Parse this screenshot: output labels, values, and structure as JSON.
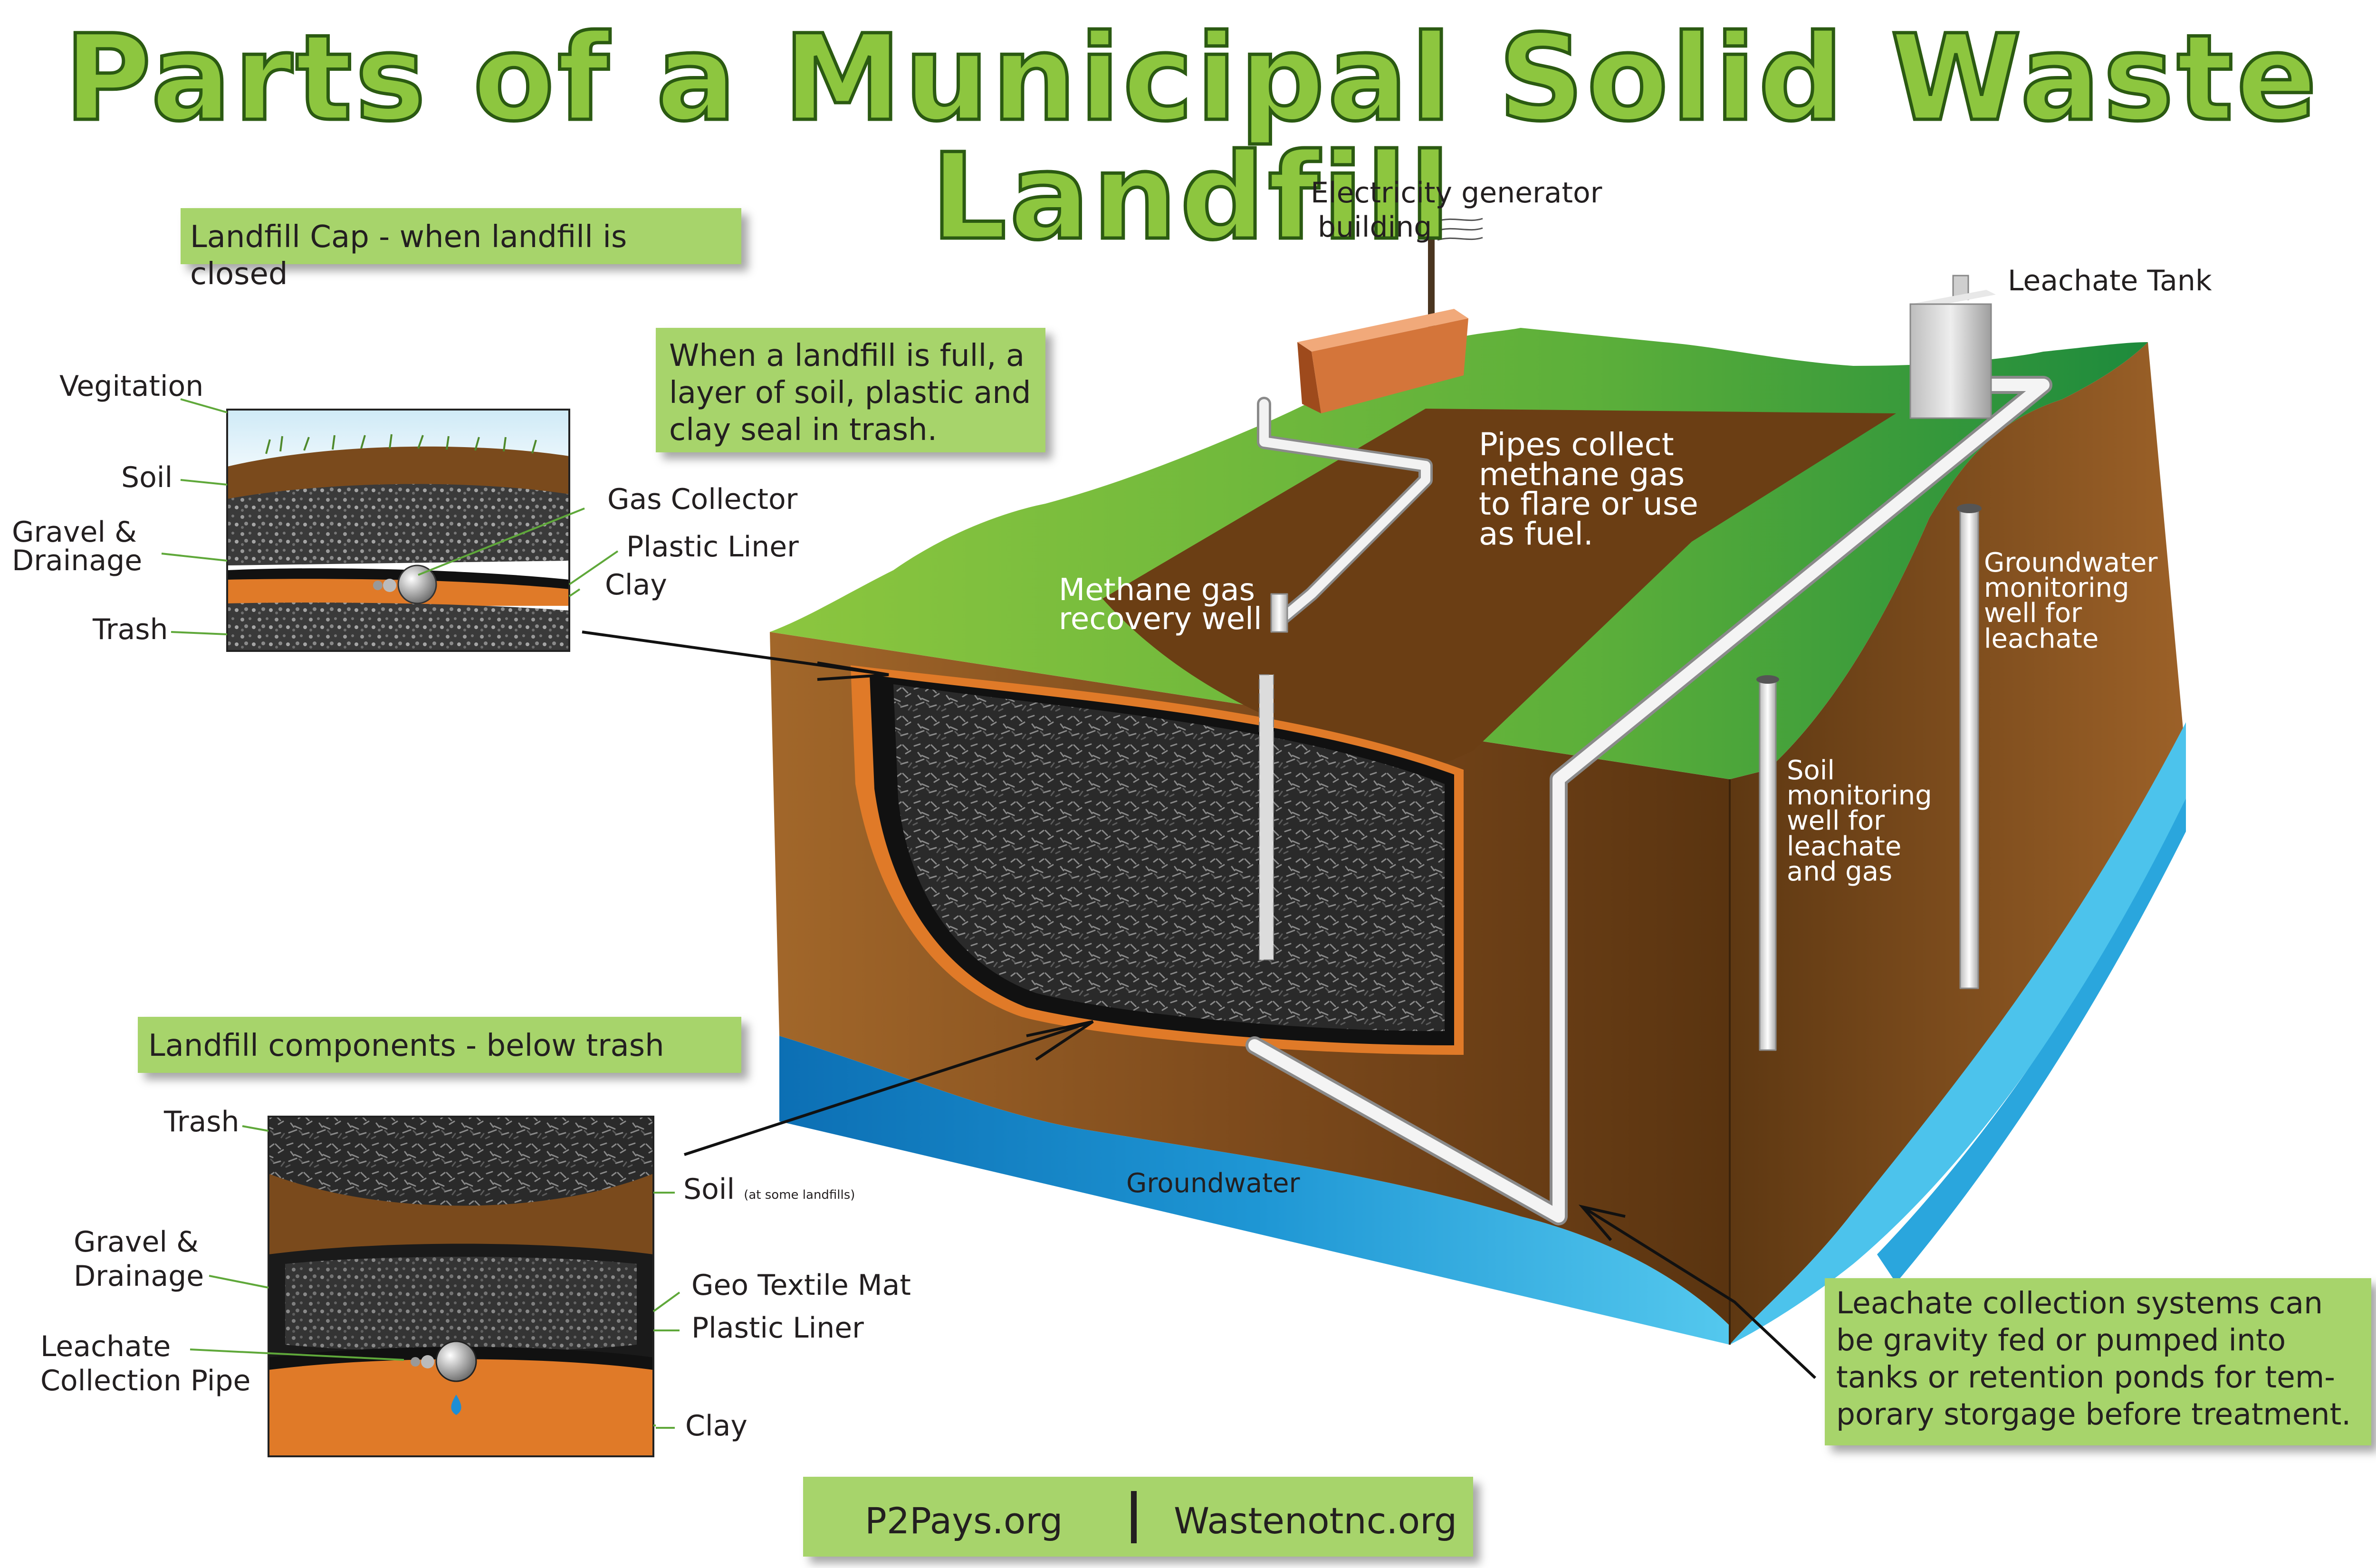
{
  "title": "Parts of a Municipal Solid Waste Landfill",
  "cap_section": {
    "heading": "Landfill Cap - when landfill is closed",
    "description": [
      "When a landfill is full, a",
      "layer of soil, plastic and",
      "clay seal in trash."
    ],
    "labels": {
      "vegetation": "Vegitation",
      "soil": "Soil",
      "gravel": [
        "Gravel &",
        "Drainage"
      ],
      "trash": "Trash",
      "gas_collector": "Gas Collector",
      "plastic_liner": "Plastic Liner",
      "clay": "Clay"
    }
  },
  "components_section": {
    "heading": "Landfill components - below trash",
    "labels": {
      "trash": "Trash",
      "soil": "Soil",
      "soil_note": "(at some landfills)",
      "gravel": [
        "Gravel &",
        "Drainage"
      ],
      "leachate_pipe": [
        "Leachate",
        "Collection Pipe"
      ],
      "geo_textile": "Geo Textile Mat",
      "plastic_liner": "Plastic Liner",
      "clay": "Clay"
    }
  },
  "main_diagram": {
    "generator": [
      "Electricity generator",
      "building"
    ],
    "leachate_tank": "Leachate Tank",
    "pipes_note": [
      "Pipes collect",
      "methane gas",
      "to flare or use",
      "as fuel."
    ],
    "methane_well": [
      "Methane gas",
      "recovery well"
    ],
    "groundwater_well": [
      "Groundwater",
      "monitoring",
      "well for",
      "leachate"
    ],
    "soil_well": [
      "Soil",
      "monitoring",
      "well for",
      "leachate",
      "and gas"
    ],
    "groundwater": "Groundwater",
    "leachate_note": [
      "Leachate collection systems can",
      "be gravity fed or pumped into",
      "tanks or retention ponds for tem-",
      "porary storgage before treatment."
    ]
  },
  "footer": {
    "left": "P2Pays.org",
    "right": "Wastenotnc.org"
  },
  "colors": {
    "title_fill": "#8dc63f",
    "title_outline": "#2b5a12",
    "note_box": "#a7d46b",
    "grass": "#6fba3a",
    "soil": "#7a4a1c",
    "clay": "#e07a28",
    "water": "#2aa6dd",
    "trash": "#1e1e1e"
  }
}
